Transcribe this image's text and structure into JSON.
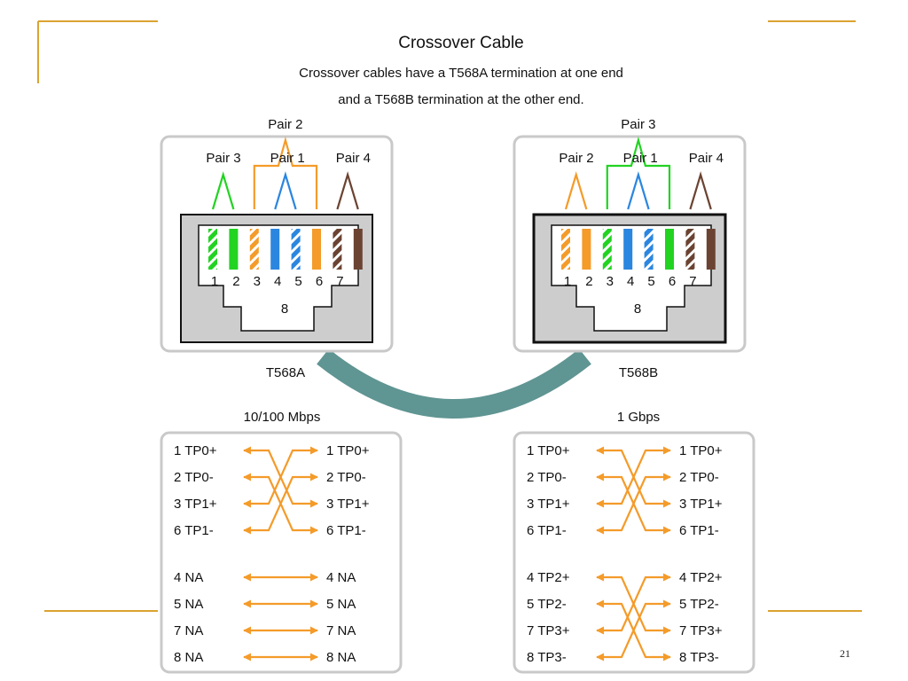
{
  "title": "Crossover Cable",
  "subtitle_line1": "Crossover cables have a T568A termination at one end",
  "subtitle_line2": "and a T568B termination at the other end.",
  "page_number": "21",
  "colors": {
    "accent_line": "#dba331",
    "green": "#22d322",
    "orange": "#f49b2a",
    "blue": "#2b86e0",
    "brown": "#6b4332",
    "cable": "#5f9593",
    "panel_border": "#c9c9c9",
    "jack_fill": "#cdcdcd",
    "arrow": "#f49b2a"
  },
  "connectors": [
    {
      "standard": "T568A",
      "pair_labels": {
        "top": "Pair 2",
        "left": "Pair 3",
        "middle": "Pair 1",
        "right": "Pair 4"
      },
      "pin_numbers": [
        "1",
        "2",
        "3",
        "4",
        "5",
        "6",
        "7"
      ],
      "pin_8": "8",
      "wire_colors": [
        "green-white",
        "green",
        "orange-white",
        "blue",
        "blue-white",
        "orange",
        "brown-white",
        "brown"
      ]
    },
    {
      "standard": "T568B",
      "pair_labels": {
        "top": "Pair 3",
        "left": "Pair 2",
        "middle": "Pair 1",
        "right": "Pair 4"
      },
      "pin_numbers": [
        "1",
        "2",
        "3",
        "4",
        "5",
        "6",
        "7"
      ],
      "pin_8": "8",
      "wire_colors": [
        "orange-white",
        "orange",
        "green-white",
        "blue",
        "blue-white",
        "green",
        "brown-white",
        "brown"
      ]
    }
  ],
  "pinouts": [
    {
      "heading": "10/100 Mbps",
      "group1": {
        "left": [
          "1 TP0+",
          "2 TP0-",
          "3 TP1+",
          "6 TP1-"
        ],
        "right": [
          "1 TP0+",
          "2 TP0-",
          "3 TP1+",
          "6 TP1-"
        ],
        "crossed": true
      },
      "group2": {
        "left": [
          "4 NA",
          "5 NA",
          "7 NA",
          "8 NA"
        ],
        "right": [
          "4 NA",
          "5 NA",
          "7 NA",
          "8 NA"
        ],
        "crossed": false
      }
    },
    {
      "heading": "1 Gbps",
      "group1": {
        "left": [
          "1 TP0+",
          "2 TP0-",
          "3 TP1+",
          "6 TP1-"
        ],
        "right": [
          "1 TP0+",
          "2 TP0-",
          "3 TP1+",
          "6 TP1-"
        ],
        "crossed": true
      },
      "group2": {
        "left": [
          "4 TP2+",
          "5 TP2-",
          "7 TP3+",
          "8 TP3-"
        ],
        "right": [
          "4 TP2+",
          "5 TP2-",
          "7 TP3+",
          "8 TP3-"
        ],
        "crossed": true
      }
    }
  ]
}
